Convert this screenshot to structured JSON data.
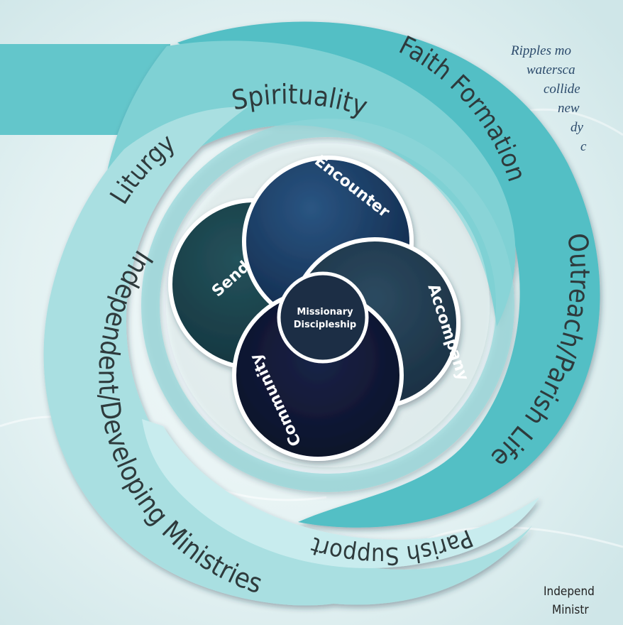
{
  "colors": {
    "background": "#e8f3f4",
    "band_dark": "#4cbcc2",
    "band_mid": "#78cfd2",
    "band_light": "#a6dee0",
    "band_pale": "#c6ebec",
    "band_text": "#2e3a3c",
    "circle_encounter": "#16355c",
    "circle_send": "#173b44",
    "circle_accompany": "#1d3448",
    "circle_community": "#0e1430",
    "circle_center": "#1a2e45",
    "circle_text": "#ffffff",
    "note_text": "#2b4a6b"
  },
  "bands": [
    {
      "id": "faith-formation",
      "label": "Faith Formation"
    },
    {
      "id": "spirituality",
      "label": "Spirituality"
    },
    {
      "id": "liturgy",
      "label": "Liturgy"
    },
    {
      "id": "outreach",
      "label": "Outreach/Parish Life"
    },
    {
      "id": "independent",
      "label": "Independent/Developing Ministries"
    },
    {
      "id": "parish-support",
      "label": "Parish Support"
    }
  ],
  "core": {
    "circles": [
      {
        "id": "encounter",
        "label": "Encounter"
      },
      {
        "id": "accompany",
        "label": "Accompany"
      },
      {
        "id": "community",
        "label": "Community"
      },
      {
        "id": "send",
        "label": "Send"
      }
    ],
    "center_line1": "Missionary",
    "center_line2": "Discipleship"
  },
  "side_note": {
    "line1": "Ripples mo",
    "line2": "watersca",
    "line3": "collide",
    "line4": "new",
    "line5": "dy",
    "line6": "c"
  },
  "footnote": {
    "line1": "Independ",
    "line2": "Ministr"
  }
}
